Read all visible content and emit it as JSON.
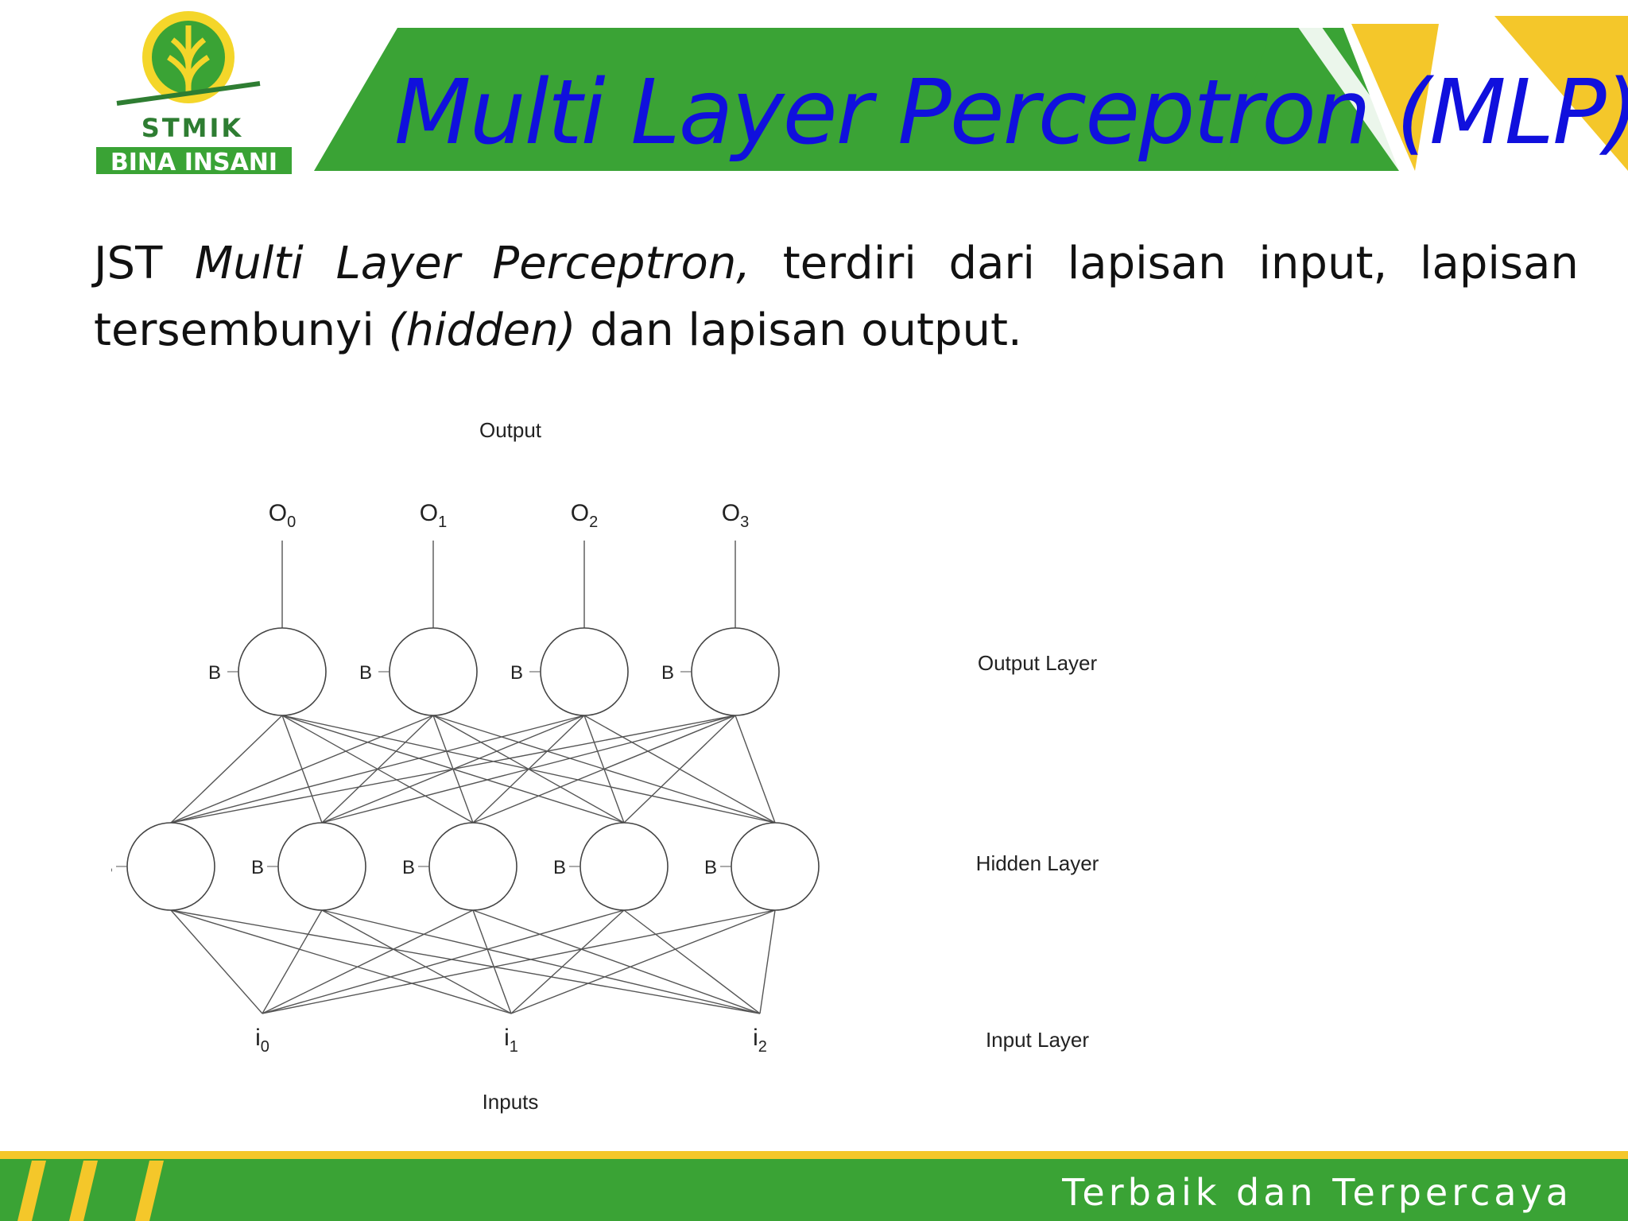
{
  "header": {
    "title": "Multi Layer Perceptron (MLP)",
    "logo_top": "STMIK",
    "logo_bottom": "BINA INSANI"
  },
  "body": {
    "l1_a": "JST",
    "l1_b": "Multi",
    "l1_c": "Layer",
    "l1_d": "Perceptron,",
    "l1_e": "terdiri",
    "l1_f": "dari",
    "l1_g": "lapisan",
    "l1_h": "input,",
    "l1_i": "lapisan",
    "l2_a": "tersembunyi",
    "l2_b": "(hidden)",
    "l2_c": "dan lapisan output."
  },
  "diagram": {
    "top_label": "Output",
    "bottom_label": "Inputs",
    "bias_label": "B",
    "layers": {
      "output": "Output Layer",
      "hidden": "Hidden Layer",
      "input": "Input Layer"
    },
    "outputs": [
      {
        "base": "O",
        "sub": "0"
      },
      {
        "base": "O",
        "sub": "1"
      },
      {
        "base": "O",
        "sub": "2"
      },
      {
        "base": "O",
        "sub": "3"
      }
    ],
    "inputs": [
      {
        "base": "i",
        "sub": "0"
      },
      {
        "base": "i",
        "sub": "1"
      },
      {
        "base": "i",
        "sub": "2"
      }
    ],
    "hidden_count": 5
  },
  "footer": {
    "tagline": "Terbaik dan Terpercaya"
  },
  "colors": {
    "green": "#3aa335",
    "yellow": "#f4c72a",
    "title_blue": "#1010dd"
  }
}
